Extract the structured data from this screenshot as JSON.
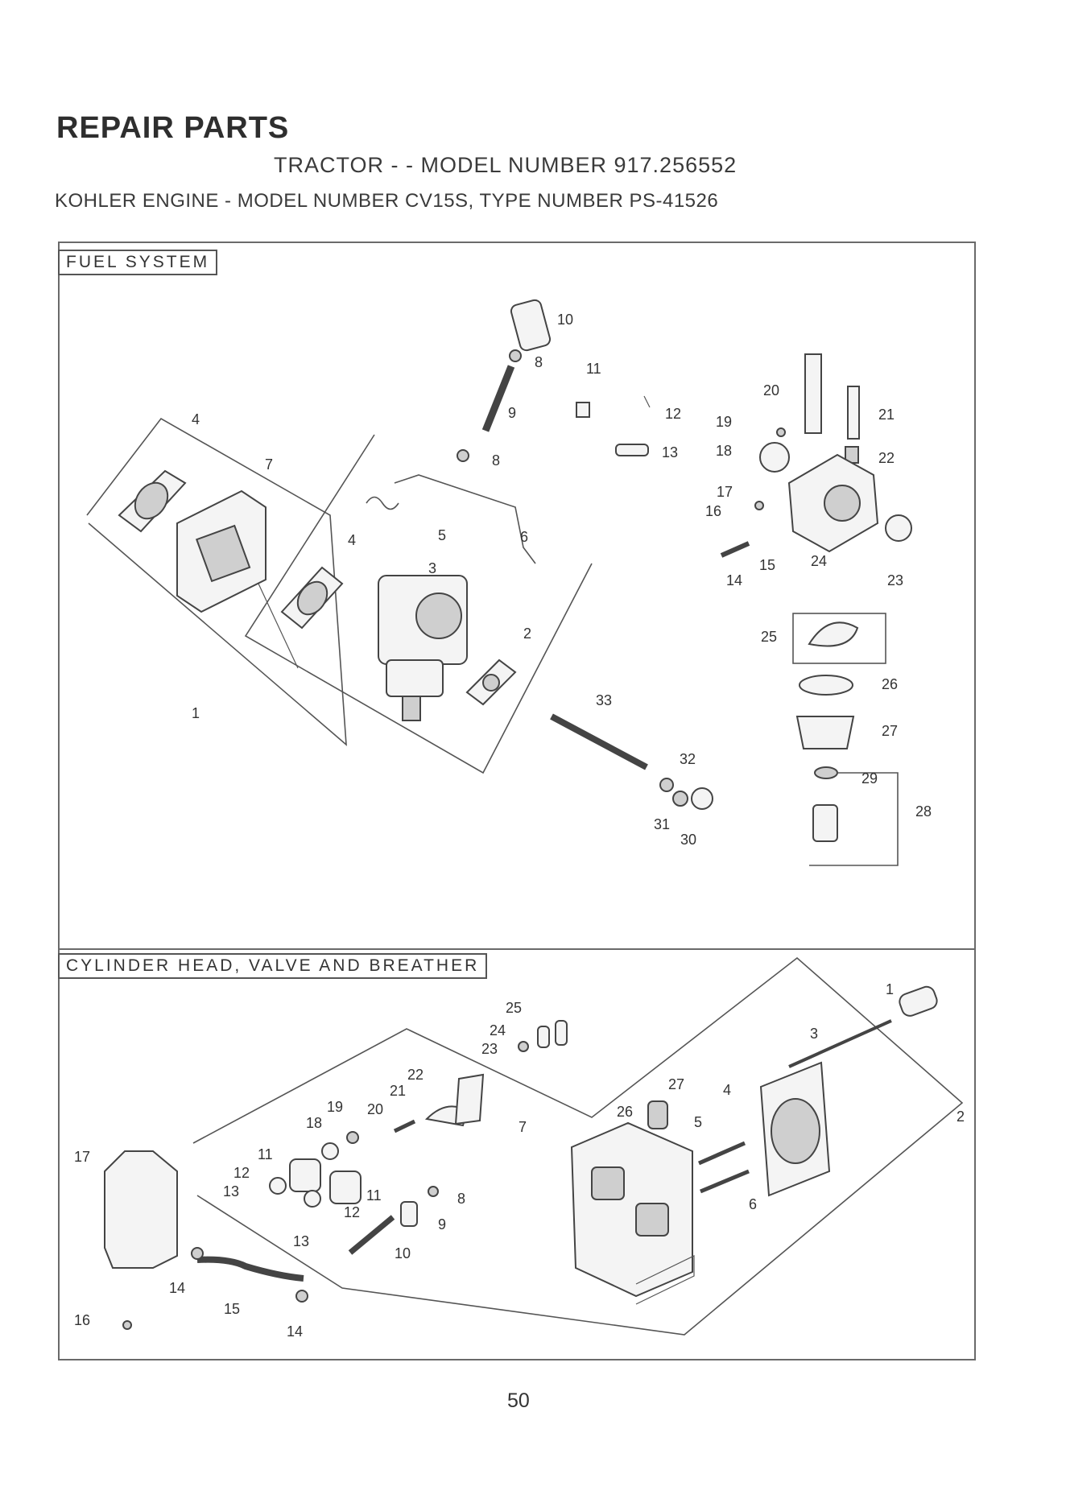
{
  "header": {
    "title": "REPAIR PARTS",
    "model_line": "TRACTOR - - MODEL NUMBER 917.256552",
    "engine_line": "KOHLER ENGINE - MODEL NUMBER CV15S, TYPE NUMBER PS-41526"
  },
  "sections": {
    "fuel": {
      "label": "FUEL SYSTEM",
      "callouts": [
        "1",
        "2",
        "3",
        "4",
        "4",
        "5",
        "6",
        "7",
        "8",
        "8",
        "9",
        "10",
        "11",
        "12",
        "13",
        "14",
        "15",
        "16",
        "17",
        "18",
        "19",
        "20",
        "21",
        "22",
        "23",
        "24",
        "25",
        "26",
        "27",
        "28",
        "29",
        "30",
        "31",
        "32",
        "33"
      ]
    },
    "cylinder": {
      "label": "CYLINDER HEAD, VALVE AND BREATHER",
      "callouts": [
        "1",
        "2",
        "3",
        "4",
        "5",
        "6",
        "7",
        "8",
        "9",
        "10",
        "11",
        "11",
        "12",
        "12",
        "13",
        "13",
        "14",
        "14",
        "15",
        "16",
        "17",
        "18",
        "19",
        "20",
        "21",
        "22",
        "23",
        "24",
        "25",
        "26",
        "27"
      ]
    }
  },
  "footer": {
    "page_number": "50"
  }
}
